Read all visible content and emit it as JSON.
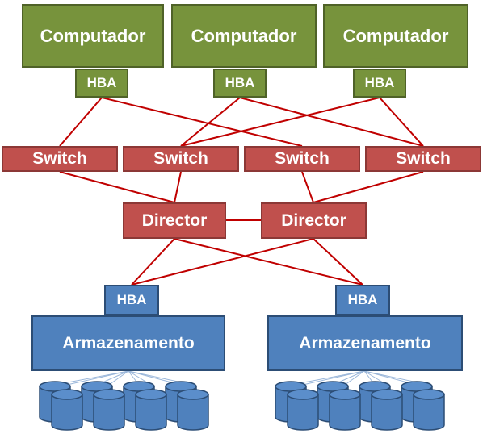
{
  "colors": {
    "computer_fill": "#77933c",
    "computer_stroke": "#4f6228",
    "network_fill": "#c0504d",
    "network_stroke": "#8c3836",
    "link_line": "#c00000",
    "storage_fill": "#4f81bd",
    "storage_stroke": "#2c4d75"
  },
  "icons": {
    "disk": "disk-cylinder-icon"
  },
  "computers": [
    {
      "label": "Computador",
      "hba": "HBA"
    },
    {
      "label": "Computador",
      "hba": "HBA"
    },
    {
      "label": "Computador",
      "hba": "HBA"
    }
  ],
  "switches": [
    "Switch",
    "Switch",
    "Switch",
    "Switch"
  ],
  "directors": [
    "Director",
    "Director"
  ],
  "storage": [
    {
      "label": "Armazenamento",
      "hba": "HBA"
    },
    {
      "label": "Armazenamento",
      "hba": "HBA"
    }
  ]
}
